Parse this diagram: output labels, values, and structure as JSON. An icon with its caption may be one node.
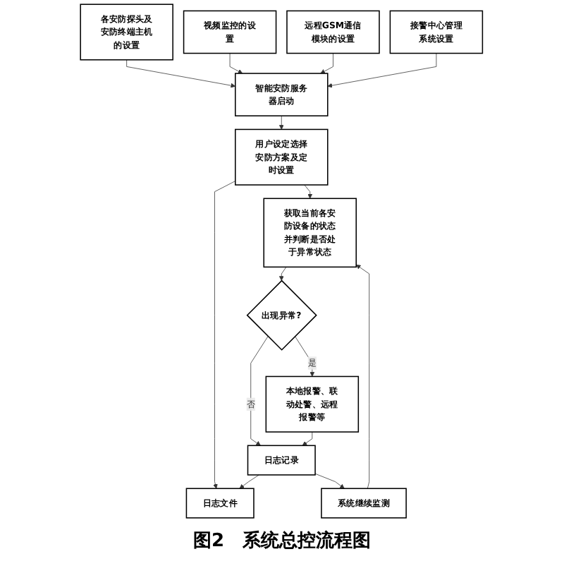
{
  "diagram": {
    "caption": "图2　系统总控流程图",
    "nodes": [
      {
        "text": [
          "各安防探头及安防终端主机的设置"
        ]
      },
      {
        "text": [
          "视频监控的设置"
        ]
      },
      {
        "text": [
          "远程GSM通信模块的设置"
        ]
      },
      {
        "text": [
          "接警中心管理系统设置"
        ]
      },
      {
        "text": [
          "智能安防服务器启动"
        ]
      },
      {
        "text": [
          "用户设定选择安防方案及定时设置"
        ]
      },
      {
        "text": [
          "获取当前各安防设备的状态并判断是否处于异常状态"
        ]
      },
      {
        "text": [
          "出现异常?"
        ]
      },
      {
        "text": [
          "本地报警、联动处警、远程报警等"
        ]
      },
      {
        "text": [
          "日志记录"
        ]
      },
      {
        "text": [
          "日志文件"
        ]
      },
      {
        "text": [
          "系统继续监测"
        ]
      }
    ],
    "edges": [
      {
        "from": 0,
        "to": 4,
        "arrow": "to"
      },
      {
        "from": 1,
        "to": 4,
        "arrow": "to"
      },
      {
        "from": 2,
        "to": 4,
        "arrow": "to"
      },
      {
        "from": 3,
        "to": 4,
        "arrow": "to"
      },
      {
        "from": 4,
        "to": 5,
        "arrow": "to"
      },
      {
        "from": 5,
        "to": 6,
        "arrow": "to"
      },
      {
        "from": 5,
        "to": 10,
        "arrow": "to"
      },
      {
        "from": 6,
        "to": 7,
        "arrow": "to"
      },
      {
        "from": 7,
        "to": 8,
        "arrow": "to",
        "label": "是"
      },
      {
        "from": 7,
        "to": 9,
        "arrow": "to",
        "label": "否"
      },
      {
        "from": 8,
        "to": 9,
        "arrow": "to"
      },
      {
        "from": 9,
        "to": 10,
        "arrow": "to"
      },
      {
        "from": 9,
        "to": 11,
        "arrow": "to"
      },
      {
        "from": 11,
        "to": 6,
        "arrow": "to"
      }
    ]
  }
}
